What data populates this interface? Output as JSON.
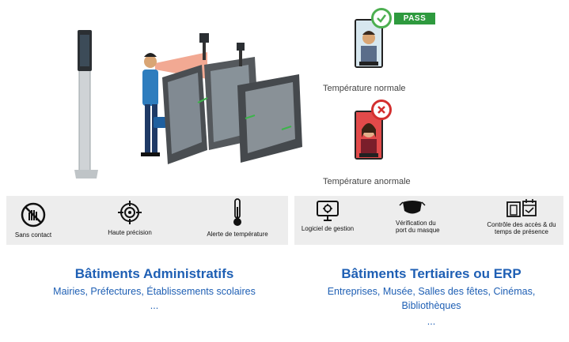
{
  "status": {
    "pass_label": "PASS",
    "normal_caption": "Température normale",
    "abnormal_caption": "Température anormale"
  },
  "features_left": [
    {
      "icon": "no-touch-icon",
      "label": "Sans contact"
    },
    {
      "icon": "crosshair-icon",
      "label": "Haute précision"
    },
    {
      "icon": "thermometer-icon",
      "label": "Alerte de température"
    }
  ],
  "features_right": [
    {
      "icon": "monitor-gear-icon",
      "label": "Logiciel de gestion"
    },
    {
      "icon": "face-mask-icon",
      "label": "Vérification du port du masque"
    },
    {
      "icon": "access-calendar-icon",
      "label": "Contrôle des accès & du temps de présence"
    }
  ],
  "sections": [
    {
      "title": "Bâtiments Administratifs",
      "text": "Mairies, Préfectures, Établissements scolaires",
      "ellipsis": "..."
    },
    {
      "title": "Bâtiments Tertiaires ou ERP",
      "text": "Entreprises, Musée, Salles des fêtes, Cinémas, Bibliothèques",
      "ellipsis": "..."
    }
  ],
  "colors": {
    "title_blue": "#1e5fb4",
    "pass_green": "#2e9a3e",
    "alert_red": "#d32f2f",
    "band_gray": "#ededed"
  }
}
